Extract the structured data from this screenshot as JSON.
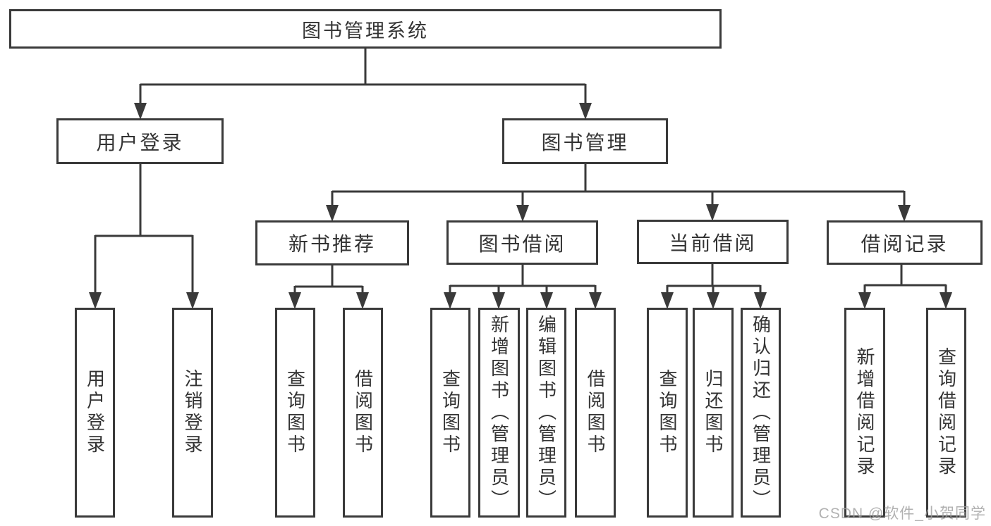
{
  "colors": {
    "line": "#3a3a3a",
    "text": "#333333",
    "box_background": "#ffffff",
    "page_background": "#ffffff",
    "watermark": "#9e9e9e"
  },
  "watermark": {
    "text": "CSDN @软件_小贺同学"
  },
  "tree": {
    "label": "图书管理系统",
    "children": [
      {
        "label": "用户登录",
        "children": [
          {
            "label": "用户登录"
          },
          {
            "label": "注销登录"
          }
        ]
      },
      {
        "label": "图书管理",
        "children": [
          {
            "label": "新书推荐",
            "children": [
              {
                "label": "查询图书"
              },
              {
                "label": "借阅图书"
              }
            ]
          },
          {
            "label": "图书借阅",
            "children": [
              {
                "label": "查询图书"
              },
              {
                "label": "新增图书（管理员）"
              },
              {
                "label": "编辑图书（管理员）"
              },
              {
                "label": "借阅图书"
              }
            ]
          },
          {
            "label": "当前借阅",
            "children": [
              {
                "label": "查询图书"
              },
              {
                "label": "归还图书"
              },
              {
                "label": "确认归还（管理员）"
              }
            ]
          },
          {
            "label": "借阅记录",
            "children": [
              {
                "label": "新增借阅记录"
              },
              {
                "label": "查询借阅记录"
              }
            ]
          }
        ]
      }
    ]
  }
}
